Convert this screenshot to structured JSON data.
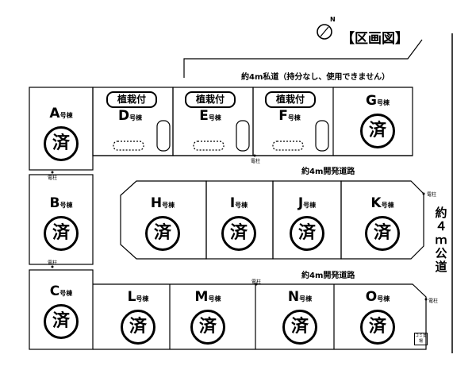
{
  "title": "【区画図】",
  "compass": {
    "north_label": "N"
  },
  "roads": {
    "private": "約4m私道（持分なし、使用できません）",
    "dev_upper": "約4m開発道路",
    "dev_lower": "約4m開発道路",
    "public": "約４ｍ公道"
  },
  "planted_label": "植栽付",
  "lot_suffix": "号棟",
  "sold_mark": "済",
  "lots": [
    {
      "id": "A"
    },
    {
      "id": "B"
    },
    {
      "id": "C"
    },
    {
      "id": "D",
      "planted": true
    },
    {
      "id": "E",
      "planted": true
    },
    {
      "id": "F",
      "planted": true
    },
    {
      "id": "G"
    },
    {
      "id": "H"
    },
    {
      "id": "I"
    },
    {
      "id": "J"
    },
    {
      "id": "K"
    },
    {
      "id": "L"
    },
    {
      "id": "M"
    },
    {
      "id": "N"
    },
    {
      "id": "O"
    }
  ],
  "utility_pole_label": "電柱",
  "garbage_label": "ゴミ置場"
}
